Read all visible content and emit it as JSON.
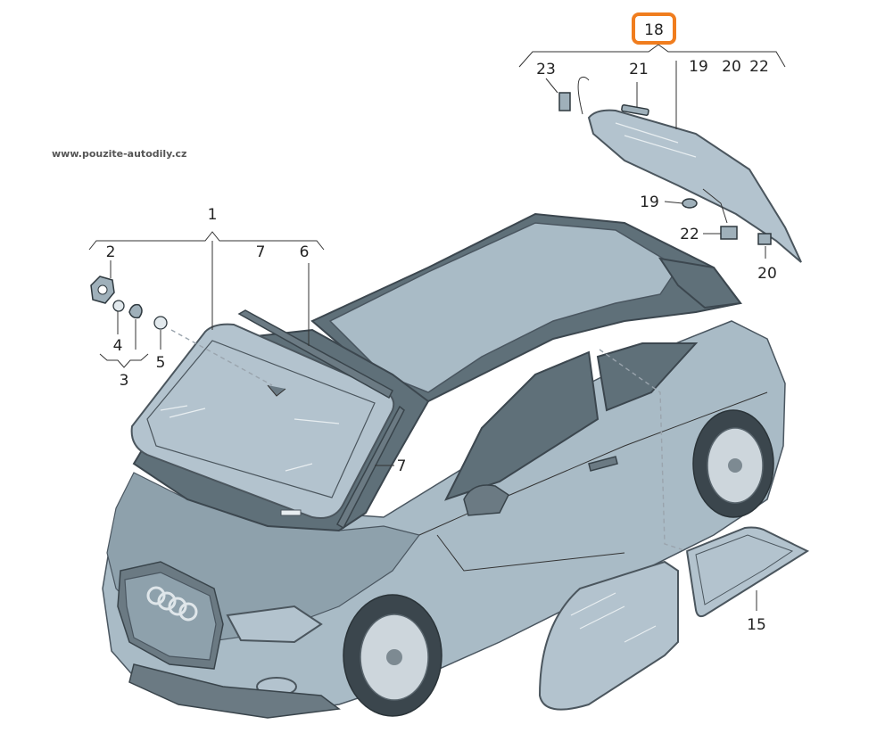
{
  "watermark": "www.pouzite-autodily.cz",
  "highlight_color": "#f07d1e",
  "callouts": {
    "c1": "1",
    "c2": "2",
    "c3": "3",
    "c4": "4",
    "c5": "5",
    "c6": "6",
    "c7a": "7",
    "c7b": "7",
    "c15": "15",
    "c18": "18",
    "c19a": "19",
    "c19b": "19",
    "c20a": "20",
    "c20b": "20",
    "c21": "21",
    "c22a": "22",
    "c22b": "22",
    "c23": "23"
  }
}
